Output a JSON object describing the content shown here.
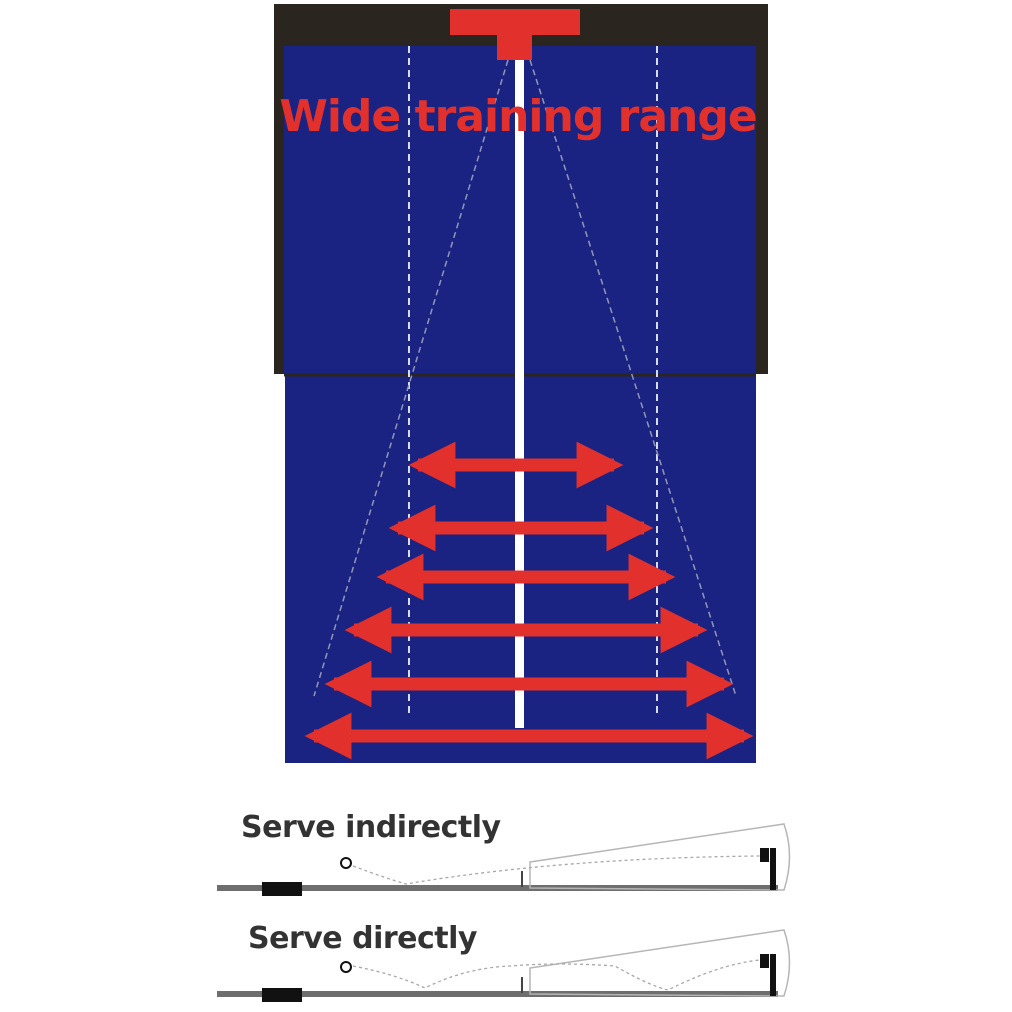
{
  "headline": "Wide training range",
  "serve_indirect_label": "Serve indirectly",
  "serve_direct_label": "Serve directly",
  "colors": {
    "table_blue": "#1b2382",
    "frame_dark": "#2b2520",
    "accent_red": "#e2312d",
    "line_white": "#ffffff",
    "side_line": "#d8dcf2",
    "divider_gray": "#8c8c8c",
    "rail_gray": "#6e6e6e",
    "outline_gray": "#b6b6b6",
    "text_dark": "#333333"
  },
  "range_arrows_count": 6
}
